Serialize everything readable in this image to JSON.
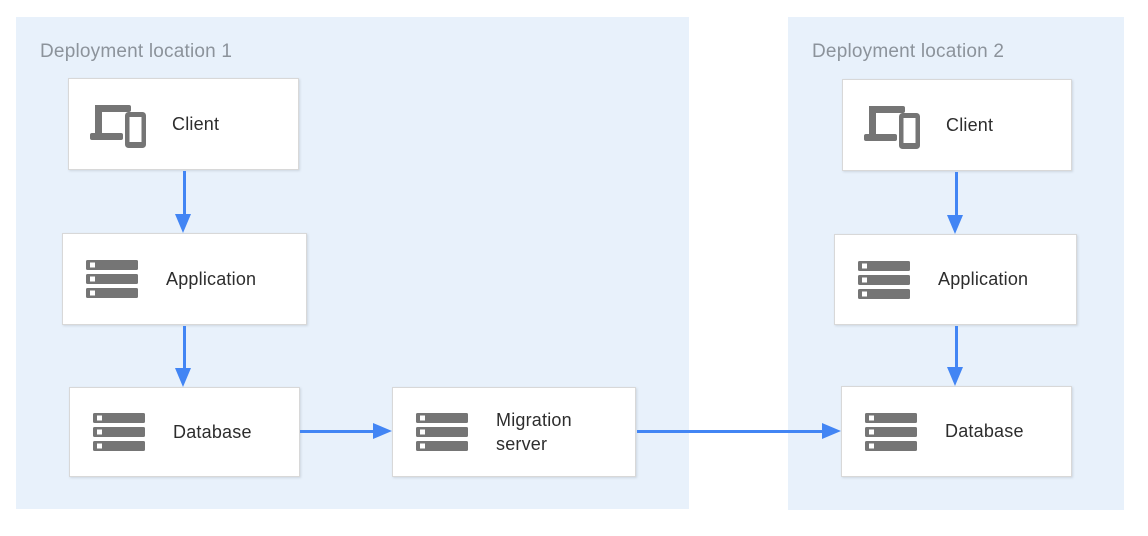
{
  "diagram": {
    "regions": [
      {
        "label": "Deployment location 1"
      },
      {
        "label": "Deployment location 2"
      }
    ],
    "nodes": {
      "client1": {
        "label": "Client",
        "icon": "devices-icon"
      },
      "application1": {
        "label": "Application",
        "icon": "server-stack-icon"
      },
      "database1": {
        "label": "Database",
        "icon": "server-stack-icon"
      },
      "migration_server": {
        "label": "Migration server",
        "icon": "server-stack-icon"
      },
      "client2": {
        "label": "Client",
        "icon": "devices-icon"
      },
      "application2": {
        "label": "Application",
        "icon": "server-stack-icon"
      },
      "database2": {
        "label": "Database",
        "icon": "server-stack-icon"
      }
    },
    "edges": [
      {
        "from": "client1",
        "to": "application1"
      },
      {
        "from": "application1",
        "to": "database1"
      },
      {
        "from": "database1",
        "to": "migration_server"
      },
      {
        "from": "migration_server",
        "to": "database2"
      },
      {
        "from": "client2",
        "to": "application2"
      },
      {
        "from": "application2",
        "to": "database2"
      }
    ],
    "colors": {
      "region_background": "#e8f1fb",
      "arrow_blue": "#4285f4",
      "icon_gray": "#757575",
      "node_background": "#ffffff",
      "node_border": "#d8d8d8",
      "region_label_gray": "#8c939b",
      "node_text": "#2d2d2d"
    }
  }
}
